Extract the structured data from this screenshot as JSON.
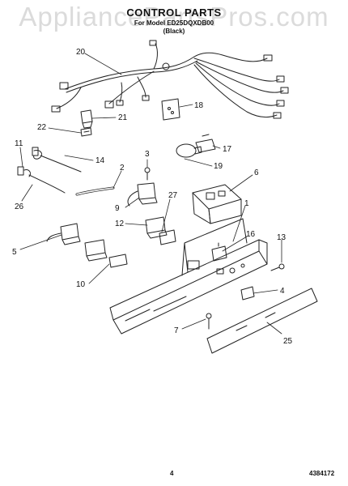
{
  "header": {
    "watermark": "AppliancePartsPros.com",
    "title": "CONTROL PARTS",
    "subtitle_line1": "For Model ED25DQXDB00",
    "subtitle_line2": "(Black)"
  },
  "callouts": [
    "20",
    "18",
    "21",
    "22",
    "11",
    "14",
    "3",
    "17",
    "19",
    "6",
    "2",
    "26",
    "27",
    "9",
    "1",
    "12",
    "16",
    "13",
    "5",
    "10",
    "4",
    "7",
    "25"
  ],
  "footer": {
    "page_number": "4",
    "document_number": "4384172"
  },
  "colors": {
    "line": "#222222",
    "background": "#ffffff",
    "watermark": "#cfcfcf"
  }
}
